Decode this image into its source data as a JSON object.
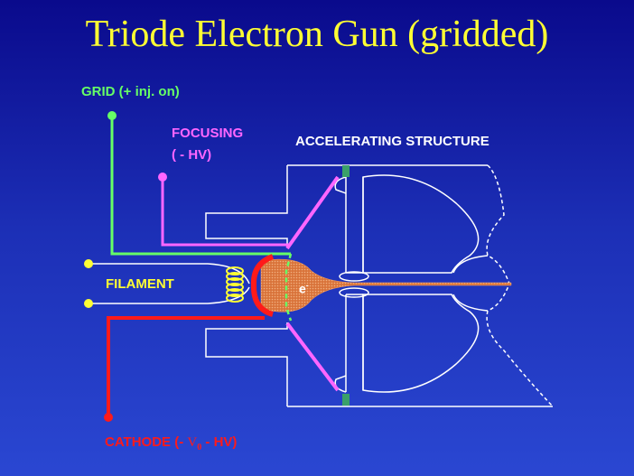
{
  "title": "Triode Electron Gun (gridded)",
  "labels": {
    "grid": "GRID (+ inj. on)",
    "focusing_line1": "FOCUSING",
    "focusing_line2": "( - HV)",
    "accelerating_structure": "ACCELERATING STRUCTURE",
    "filament": "FILAMENT",
    "cathode_prefix": "CATHODE (- ",
    "cathode_symbol": "V",
    "cathode_subscript": "0",
    "cathode_suffix": "  - HV)",
    "electron_symbol": "e",
    "electron_charge": "-"
  },
  "colors": {
    "background_top": "#0a0a8c",
    "background_bottom": "#2a47d2",
    "title": "#ffff33",
    "grid": "#66ff66",
    "focusing": "#ff66ff",
    "cathode": "#ff1a1a",
    "filament": "#ffff33",
    "beam": "#e8884a",
    "structure": "#ffffff",
    "ports": "#3aa06a"
  }
}
